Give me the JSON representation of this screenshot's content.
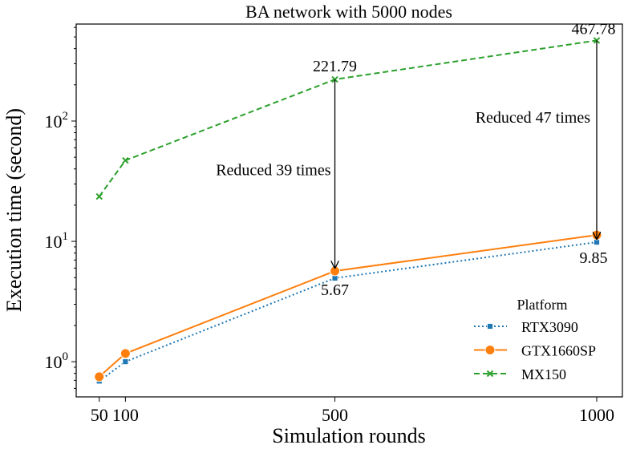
{
  "chart_data": {
    "type": "line",
    "title": "BA network with 5000 nodes",
    "xlabel": "Simulation rounds",
    "ylabel": "Execution time (second)",
    "yscale": "log",
    "x": [
      50,
      100,
      500,
      1000
    ],
    "xticks": [
      "50",
      "100",
      "500",
      "1000"
    ],
    "xlim": [
      6,
      1049
    ],
    "ylim": [
      0.51,
      640
    ],
    "yticks": [
      {
        "value": 1,
        "base": "10",
        "exp": "0"
      },
      {
        "value": 10,
        "base": "10",
        "exp": "1"
      },
      {
        "value": 100,
        "base": "10",
        "exp": "2"
      }
    ],
    "legend": {
      "title": "Platform",
      "placement": "lower-right"
    },
    "series": [
      {
        "name": "RTX3090",
        "color": "#1f77b4",
        "dash": "dotted",
        "marker": "square",
        "values": [
          0.69,
          1.0,
          4.95,
          9.85
        ]
      },
      {
        "name": "GTX1660SP",
        "color": "#ff7f0e",
        "dash": "solid",
        "marker": "circle",
        "values": [
          0.75,
          1.17,
          5.67,
          11.3
        ]
      },
      {
        "name": "MX150",
        "color": "#2ca02c",
        "dash": "dashed",
        "marker": "x",
        "values": [
          23.6,
          47.1,
          221.79,
          467.78
        ]
      }
    ],
    "annotations": [
      {
        "text": "221.79",
        "x": 500,
        "y": 221.79
      },
      {
        "text": "467.78",
        "x": 1000,
        "y": 467.78
      },
      {
        "text": "5.67",
        "x": 500,
        "y": 5.67
      },
      {
        "text": "9.85",
        "x": 1000,
        "y": 9.85
      },
      {
        "text": "Reduced 39 times",
        "x": 500,
        "from": 221.79,
        "to": 5.67
      },
      {
        "text": "Reduced 47 times",
        "x": 1000,
        "from": 467.78,
        "to": 9.85
      }
    ]
  }
}
